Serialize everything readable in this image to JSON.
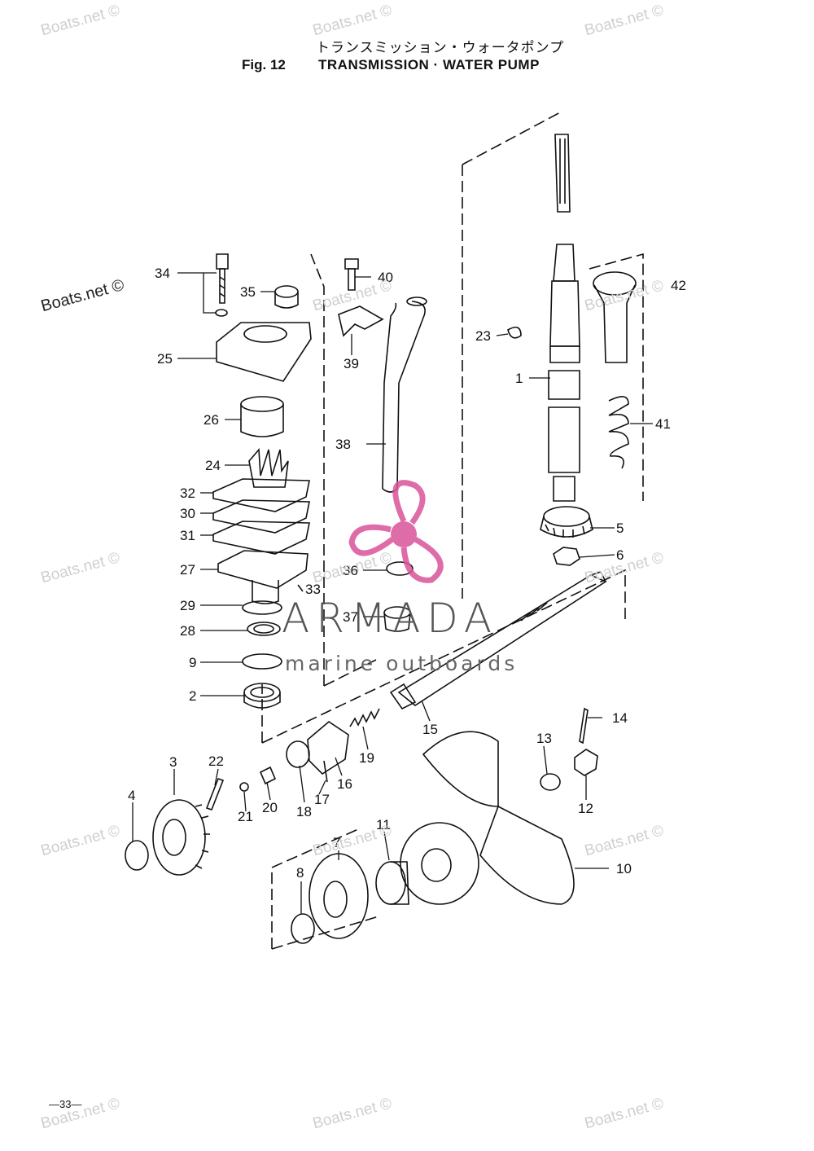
{
  "header": {
    "title_jp": "トランスミッション・ウォータポンプ",
    "fig_label": "Fig. 12",
    "title_en": "TRANSMISSION · WATER PUMP"
  },
  "watermarks": {
    "text": "Boats.net ©"
  },
  "brand": {
    "name": "ARMADA",
    "tagline": "marine outboards",
    "logo_color": "#d9539a"
  },
  "footer": {
    "page_number": "—33—"
  },
  "parts": [
    "1",
    "2",
    "3",
    "4",
    "5",
    "6",
    "7",
    "8",
    "9",
    "10",
    "11",
    "12",
    "13",
    "14",
    "15",
    "16",
    "17",
    "18",
    "19",
    "20",
    "21",
    "22",
    "23",
    "24",
    "25",
    "26",
    "27",
    "28",
    "29",
    "30",
    "31",
    "32",
    "33",
    "34",
    "35",
    "36",
    "37",
    "38",
    "39",
    "40",
    "41",
    "42"
  ]
}
